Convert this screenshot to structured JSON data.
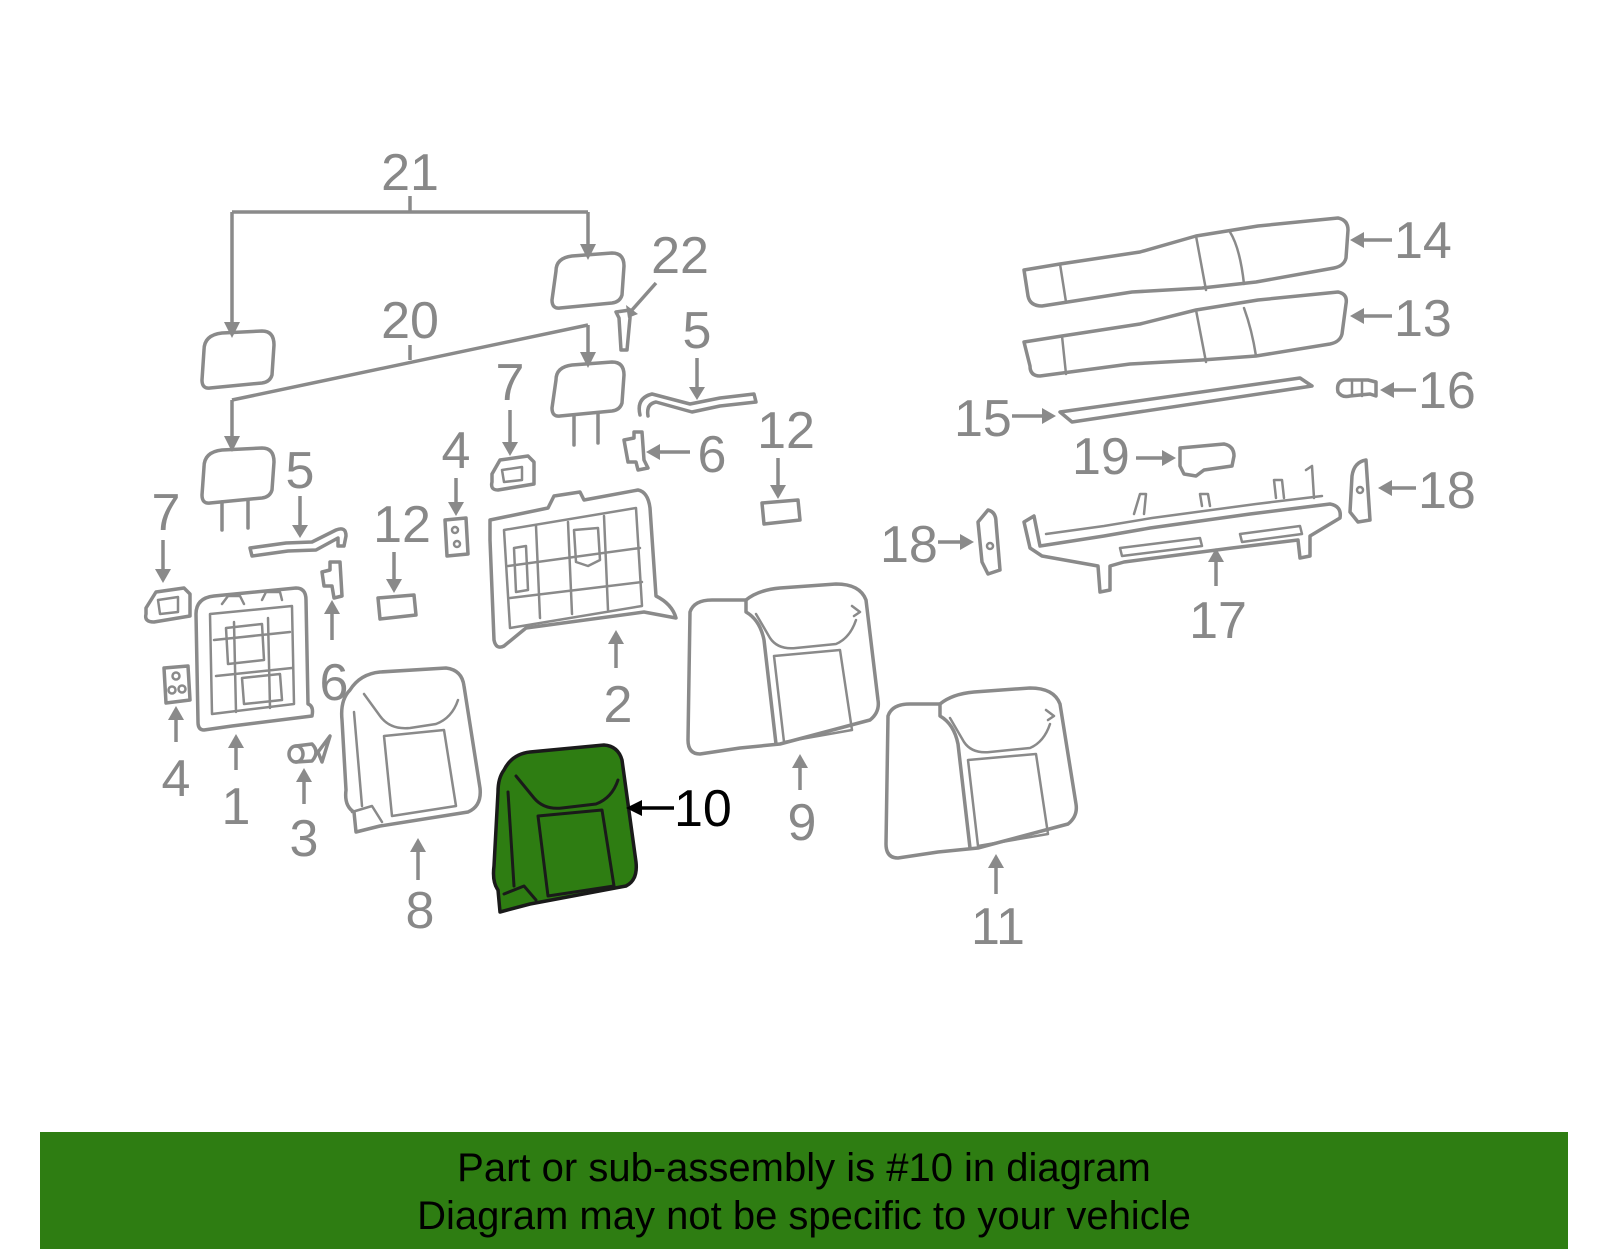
{
  "colors": {
    "highlight_fill": "#2e7d12",
    "banner_bg": "#2e7d12",
    "line_gray": "#8a8a8a",
    "highlight_label": "#000000"
  },
  "callouts": {
    "c21": "21",
    "c22": "22",
    "c20": "20",
    "c5a": "5",
    "c7a": "7",
    "c4a": "4",
    "c12a": "12",
    "c6a": "6",
    "c12b": "12",
    "c5b": "5",
    "c7b": "7",
    "c6b": "6",
    "c4b": "4",
    "c1": "1",
    "c3": "3",
    "c8": "8",
    "c2": "2",
    "c10": "10",
    "c9": "9",
    "c11": "11",
    "c14": "14",
    "c13": "13",
    "c16": "16",
    "c15": "15",
    "c19": "19",
    "c18a": "18",
    "c18b": "18",
    "c17": "17"
  },
  "highlighted_part": "10",
  "banner": {
    "line1": "Part or sub-assembly is #10 in diagram",
    "line2": "Diagram may not be specific to your vehicle"
  }
}
